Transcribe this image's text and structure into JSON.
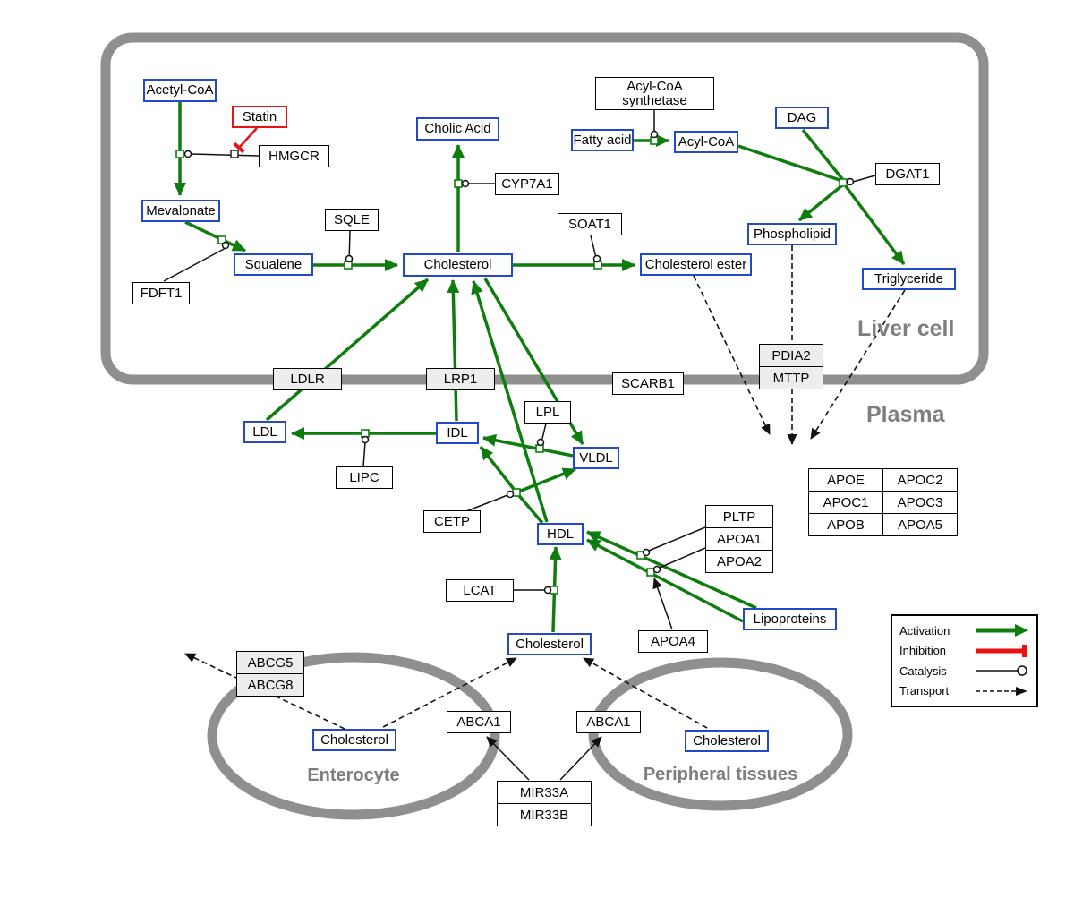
{
  "compartments": {
    "liver": {
      "label": "Liver cell"
    },
    "plasma": {
      "label": "Plasma"
    },
    "enterocyte": {
      "label": "Enterocyte"
    },
    "peripheral": {
      "label": "Peripheral tissues"
    }
  },
  "nodes": {
    "acetyl_coa": "Acetyl-CoA",
    "statin": "Statin",
    "hmgcr": "HMGCR",
    "mevalonate": "Mevalonate",
    "fdft1": "FDFT1",
    "squalene": "Squalene",
    "sqle": "SQLE",
    "cholic_acid": "Cholic Acid",
    "cyp7a1": "CYP7A1",
    "cholesterol_liver": "Cholesterol",
    "soat1": "SOAT1",
    "cholesterol_ester": "Cholesterol ester",
    "fatty_acid": "Fatty acid",
    "acyl_coa_synthetase_line1": "Acyl-CoA",
    "acyl_coa_synthetase_line2": "synthetase",
    "acyl_coa": "Acyl-CoA",
    "dag": "DAG",
    "dgat1": "DGAT1",
    "phospholipid": "Phospholipid",
    "triglyceride": "Triglyceride",
    "pdia2": "PDIA2",
    "mttp": "MTTP",
    "ldlr": "LDLR",
    "lrp1": "LRP1",
    "scarb1": "SCARB1",
    "ldl": "LDL",
    "idl": "IDL",
    "lipc": "LIPC",
    "lpl": "LPL",
    "vldl": "VLDL",
    "cetp": "CETP",
    "hdl": "HDL",
    "lcat": "LCAT",
    "apoa4": "APOA4",
    "lipoproteins": "Lipoproteins",
    "cholesterol_plasma": "Cholesterol",
    "abcg5": "ABCG5",
    "abcg8": "ABCG8",
    "cholesterol_enterocyte": "Cholesterol",
    "abca1_left": "ABCA1",
    "abca1_right": "ABCA1",
    "cholesterol_peripheral": "Cholesterol",
    "mir33a": "MIR33A",
    "mir33b": "MIR33B",
    "pltp": "PLTP",
    "apoa1": "APOA1",
    "apoa2": "APOA2"
  },
  "apo_table": [
    [
      "APOE",
      "APOC2"
    ],
    [
      "APOC1",
      "APOC3"
    ],
    [
      "APOB",
      "APOA5"
    ]
  ],
  "legend": {
    "activation": "Activation",
    "inhibition": "Inhibition",
    "catalysis": "Catalysis",
    "transport": "Transport"
  },
  "colors": {
    "activation": "#0e7d0e",
    "inhibition": "#e81212",
    "metabolite_border": "#2348c8",
    "compartment_gray": "#8f8f8f"
  }
}
